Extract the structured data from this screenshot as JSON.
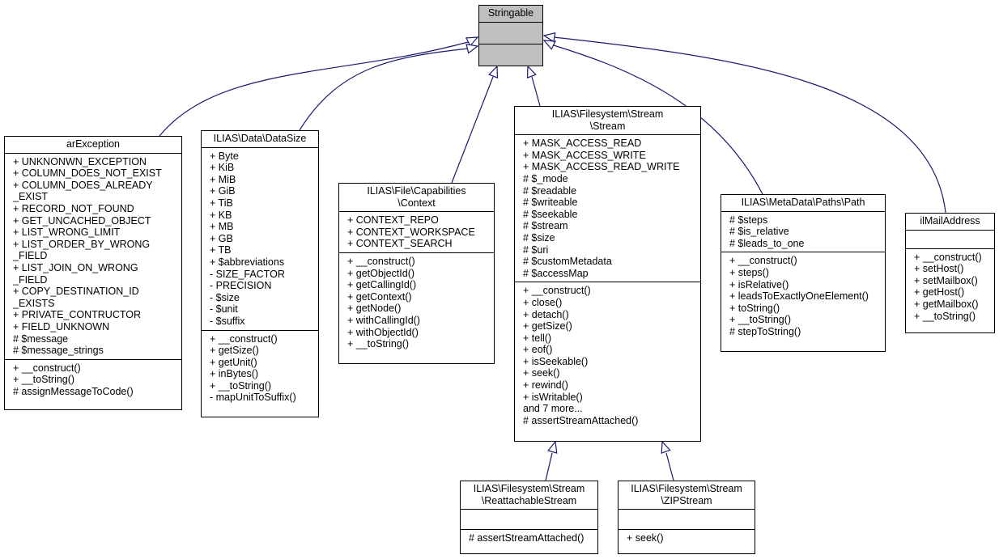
{
  "diagram": {
    "edge_color": "#191970",
    "classes": {
      "stringable": {
        "name": "Stringable",
        "attributes": [],
        "operations": []
      },
      "arexception": {
        "name": "arException",
        "attributes": [
          "+ UNKNONWN_EXCEPTION",
          "+ COLUMN_DOES_NOT_EXIST",
          "+ COLUMN_DOES_ALREADY\n_EXIST",
          "+ RECORD_NOT_FOUND",
          "+ GET_UNCACHED_OBJECT",
          "+ LIST_WRONG_LIMIT",
          "+ LIST_ORDER_BY_WRONG\n_FIELD",
          "+ LIST_JOIN_ON_WRONG\n_FIELD",
          "+ COPY_DESTINATION_ID\n_EXISTS",
          "+ PRIVATE_CONTRUCTOR",
          "+ FIELD_UNKNOWN",
          "# $message",
          "# $message_strings"
        ],
        "operations": [
          "+ __construct()",
          "+ __toString()",
          "# assignMessageToCode()"
        ]
      },
      "datasize": {
        "name": "ILIAS\\Data\\DataSize",
        "attributes": [
          "+ Byte",
          "+ KiB",
          "+ MiB",
          "+ GiB",
          "+ TiB",
          "+ KB",
          "+ MB",
          "+ GB",
          "+ TB",
          "+ $abbreviations",
          "- SIZE_FACTOR",
          "- PRECISION",
          "- $size",
          "- $unit",
          "- $suffix"
        ],
        "operations": [
          "+ __construct()",
          "+ getSize()",
          "+ getUnit()",
          "+ inBytes()",
          "+ __toString()",
          "- mapUnitToSuffix()"
        ]
      },
      "context": {
        "name": "ILIAS\\File\\Capabilities\n\\Context",
        "attributes": [
          "+ CONTEXT_REPO",
          "+ CONTEXT_WORKSPACE",
          "+ CONTEXT_SEARCH"
        ],
        "operations": [
          "+ __construct()",
          "+ getObjectId()",
          "+ getCallingId()",
          "+ getContext()",
          "+ getNode()",
          "+ withCallingId()",
          "+ withObjectId()",
          "+ __toString()"
        ]
      },
      "stream": {
        "name": "ILIAS\\Filesystem\\Stream\n\\Stream",
        "attributes": [
          "+ MASK_ACCESS_READ",
          "+ MASK_ACCESS_WRITE",
          "+ MASK_ACCESS_READ_WRITE",
          "# $_mode",
          "# $readable",
          "# $writeable",
          "# $seekable",
          "# $stream",
          "# $size",
          "# $uri",
          "# $customMetadata",
          "# $accessMap"
        ],
        "operations": [
          "+ __construct()",
          "+ close()",
          "+ detach()",
          "+ getSize()",
          "+ tell()",
          "+ eof()",
          "+ isSeekable()",
          "+ seek()",
          "+ rewind()",
          "+ isWritable()",
          "and 7 more...",
          "# assertStreamAttached()"
        ]
      },
      "path": {
        "name": "ILIAS\\MetaData\\Paths\\Path",
        "attributes": [
          "# $steps",
          "# $is_relative",
          "# $leads_to_one"
        ],
        "operations": [
          "+ __construct()",
          "+ steps()",
          "+ isRelative()",
          "+ leadsToExactlyOneElement()",
          "+ toString()",
          "+ __toString()",
          "# stepToString()"
        ]
      },
      "ilmailaddress": {
        "name": "ilMailAddress",
        "attributes": [],
        "operations": [
          "+ __construct()",
          "+ setHost()",
          "+ setMailbox()",
          "+ getHost()",
          "+ getMailbox()",
          "+ __toString()"
        ]
      },
      "reattachable": {
        "name": "ILIAS\\Filesystem\\Stream\n\\ReattachableStream",
        "attributes": [],
        "operations": [
          "# assertStreamAttached()"
        ]
      },
      "zipstream": {
        "name": "ILIAS\\Filesystem\\Stream\n\\ZIPStream",
        "attributes": [],
        "operations": [
          "+ seek()"
        ]
      }
    },
    "inheritance": [
      {
        "child": "arexception",
        "parent": "stringable"
      },
      {
        "child": "datasize",
        "parent": "stringable"
      },
      {
        "child": "context",
        "parent": "stringable"
      },
      {
        "child": "stream",
        "parent": "stringable"
      },
      {
        "child": "path",
        "parent": "stringable"
      },
      {
        "child": "ilmailaddress",
        "parent": "stringable"
      },
      {
        "child": "reattachable",
        "parent": "stream"
      },
      {
        "child": "zipstream",
        "parent": "stream"
      }
    ]
  }
}
